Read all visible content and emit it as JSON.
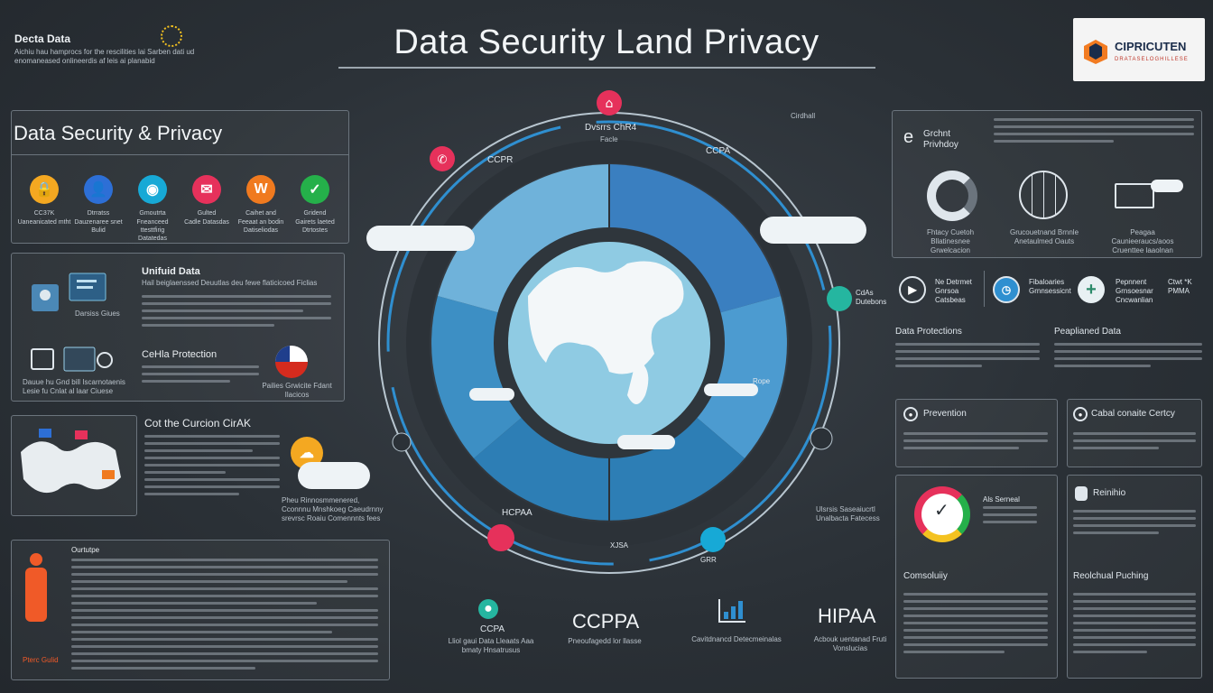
{
  "header": {
    "title": "Data Security Land Privacy",
    "corner_title": "Decta Data",
    "corner_text": "Aichiu hau hamprocs for the rescilities lai Sarben dati ud enomaneased onlineerdis af leis ai planabid",
    "brand_name": "CIPRICUTEN",
    "brand_sub": "DRATASELOGHILLESE"
  },
  "left": {
    "section_title": "Data Security & Privacy",
    "icons": [
      {
        "label": "CC37K",
        "sub": "Uaneanicated mtht",
        "color": "#f4a821",
        "icon": "lock-icon"
      },
      {
        "label": "Dtrratss",
        "sub": "Dauzenaree snet Bulid",
        "color": "#2d6fd6",
        "icon": "user-icon"
      },
      {
        "label": "Gmoutrta",
        "sub": "Fneanceed ttesttfirig Datatedas",
        "color": "#17a9d6",
        "icon": "camera-icon"
      },
      {
        "label": "Gulted",
        "sub": "Cadle Datasdas",
        "color": "#e6315b",
        "icon": "chat-icon"
      },
      {
        "label": "Caihet and",
        "sub": "Feeaat an bodin Datiseliodas",
        "color": "#f07a1f",
        "icon": "person-icon"
      },
      {
        "label": "Gridend",
        "sub": "Gairets laeted Dtrtostes",
        "color": "#25b04a",
        "icon": "shield-icon"
      }
    ],
    "unified_title": "Unifuid Data",
    "unified_sub": "Hail beiglaenssed Deuutlas deu fewe flaticicoed Ficlias",
    "unified_caption": "Darsiss Giues",
    "protection_title": "CeHla Protection",
    "protection_caption": "Dauue hu Gnd bill Iscarnotaenis Lesie fu Cnlat al laar Ciuese",
    "flag_caption": "Pailies Grwicite Fdant Ilacicos",
    "cursion_title": "Cot the Curcion CirAK",
    "cursion_caption": "Pheu Rinnosmmenered, Cconnnu Mnshkoeg Caeudrnny srevrsc Roaiu Comennnts fees",
    "bottom_title": "Ourtutpe",
    "bottom_figure": "Pterc Gulid"
  },
  "center": {
    "top_label": "Dvsrrs ChR4",
    "top_sub": "Facle",
    "label_ccpr": "CCPR",
    "label_ccpa": "CCPA",
    "label_right": "CdAs Dutebons",
    "label_rope": "Rope",
    "label_hipaa_small": "HCPAA",
    "label_bottom_small": "XJSA",
    "label_bottom_right": "GRR",
    "label_br_text": "Ulsrsis Saseaiucrtl Unalbacta Fatecess",
    "label_tl": "Cirdhall"
  },
  "bottom": {
    "labels": [
      "CCPA",
      "CCPPA",
      "",
      "HIPAA"
    ],
    "captions": [
      "Lliol gaui Data Lleaats Aaa bmaty Hnsatrusus",
      "Pneoufagedd lor llasse",
      "Cavitdnancd Detecmeinalas",
      "Acbouk uentanad Fruti Vonslucias"
    ]
  },
  "right": {
    "top_title": "Grchnt Privhdoy",
    "top_captions": [
      "Fhtacy Cuetoh Bllatinesnee Grwelcacion",
      "Grucouetnand Brnnle Anetaulmed Oauts",
      "Peagaa Caunieeraucs/aoos Cruenttee laaolnan"
    ],
    "row_items": [
      "Ne Detrmet Gnrsoa Catsbeas",
      "Fibaloaries Grnnsessicnt",
      "Pepnnent Grnsoesnar Cncwanlian",
      "Ctwt *K PMMA"
    ],
    "data_protections": "Data Protections",
    "preplanned_data": "Peaplianed Data",
    "prevention": "Prevention",
    "global_certify": "Cabal conaite Certcy",
    "hipaa_note": "Als Serneal",
    "reinmo": "Reinihio",
    "consulting": "Comsoluiiy",
    "pracecure": "Reolchual Puching"
  },
  "colors": {
    "accent_blue": "#2f8fd0",
    "globe_light": "#8fcbe3",
    "panel_border": "#6b747d"
  }
}
